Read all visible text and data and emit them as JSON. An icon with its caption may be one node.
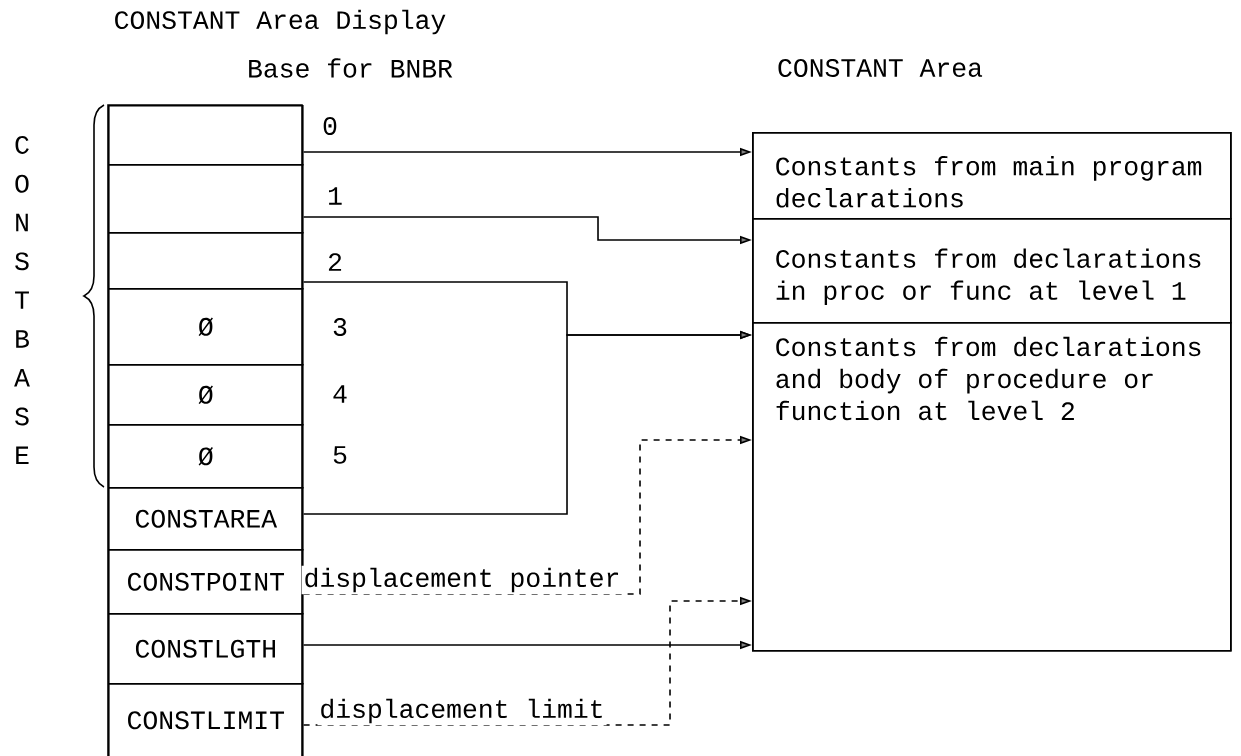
{
  "diagram": {
    "nodes": [
      {
        "text": [
          "CONSTANT Area Display",
          "Base for BNBR"
        ]
      },
      {
        "text": [],
        "shape": "box",
        "in": 0
      },
      {
        "text": [],
        "shape": "box",
        "in": 0
      },
      {
        "text": [],
        "shape": "box",
        "in": 0
      },
      {
        "text": [
          "Ø"
        ],
        "in": 0
      },
      {
        "text": [
          "Ø"
        ],
        "in": 0
      },
      {
        "text": [
          "Ø"
        ],
        "in": 0
      },
      {
        "text": [
          "CONSTAREA"
        ],
        "in": 0
      },
      {
        "text": [
          "CONSTPOINT"
        ],
        "in": 0
      },
      {
        "text": [
          "CONSTLGTH"
        ],
        "in": 0
      },
      {
        "text": [
          "CONSTLIMIT"
        ],
        "in": 0
      },
      {
        "text": [
          "CONSTANT Area"
        ]
      },
      {
        "text": [
          "Constants from main program declarations"
        ],
        "in": 11
      },
      {
        "text": [
          "Constants from declarations in proc or func at level 1"
        ],
        "in": 11
      },
      {
        "text": [
          "Constants from declarations and body of procedure or function at level 2"
        ],
        "in": 11
      }
    ],
    "edges": [
      {
        "from": 1,
        "to": 12,
        "arrow": "to",
        "label": "0"
      },
      {
        "from": 2,
        "to": 13,
        "arrow": "to",
        "label": "1"
      },
      {
        "from": 3,
        "to": 14,
        "arrow": "to",
        "label": "2"
      },
      {
        "from": 7,
        "to": 14,
        "arrow": "to"
      },
      {
        "from": 8,
        "to": 14,
        "arrow": "to",
        "style": "dashed",
        "label": "displacement pointer"
      },
      {
        "from": 9,
        "to": 11,
        "arrow": "to"
      },
      {
        "from": 10,
        "to": 14,
        "arrow": "to",
        "style": "dashed",
        "label": "displacement limit"
      }
    ],
    "labels": [
      "CONSTBASE",
      "3",
      "4",
      "5"
    ]
  }
}
